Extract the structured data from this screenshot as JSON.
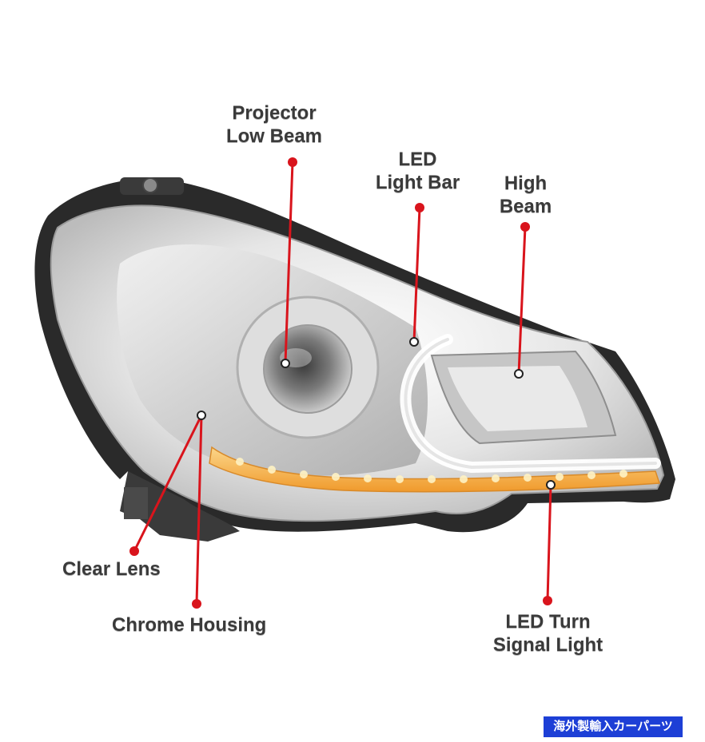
{
  "callouts": {
    "projector": {
      "line1": "Projector",
      "line2": "Low Beam"
    },
    "led_bar": {
      "line1": "LED",
      "line2": "Light Bar"
    },
    "high_beam": {
      "line1": "High",
      "line2": "Beam"
    },
    "clear_lens": {
      "line1": "Clear Lens"
    },
    "chrome_housing": {
      "line1": "Chrome Housing"
    },
    "turn_signal": {
      "line1": "LED Turn",
      "line2": "Signal Light"
    }
  },
  "watermark": {
    "text": "海外製輸入カーパーツ"
  },
  "colors": {
    "callout_line": "#d9141c",
    "label_text": "#3a3a3a",
    "watermark_bg": "#1d3fd6",
    "watermark_text": "#ffffff",
    "turn_signal_amber": "#f4a53a",
    "chrome": "#c9c9c9"
  }
}
